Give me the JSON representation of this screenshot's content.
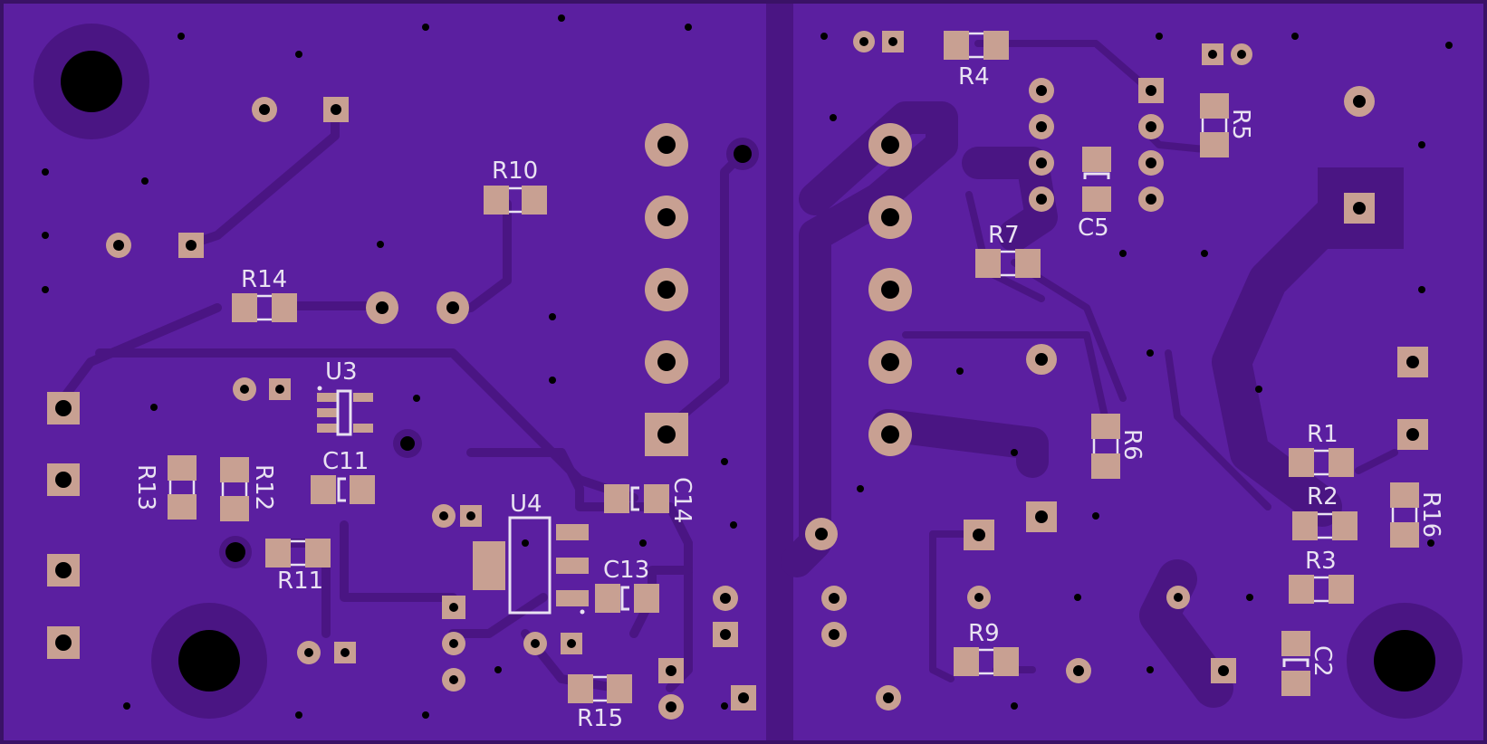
{
  "colors": {
    "board": "#5b1fa0",
    "copper_pour": "#4a1583",
    "pad": "#c8a092",
    "silkscreen": "#e9e2f2",
    "outline": "#3a1266"
  },
  "labels": {
    "R10": "R10",
    "R14": "R14",
    "U3": "U3",
    "C11": "C11",
    "R13": "R13",
    "R12": "R12",
    "R11": "R11",
    "U4": "U4",
    "C14": "C14",
    "C13": "C13",
    "R15": "R15",
    "R4": "R4",
    "R5": "R5",
    "C5": "C5",
    "R7": "R7",
    "R6": "R6",
    "R9": "R9",
    "R1": "R1",
    "R2": "R2",
    "R3": "R3",
    "R16": "R16",
    "C2": "C2"
  }
}
